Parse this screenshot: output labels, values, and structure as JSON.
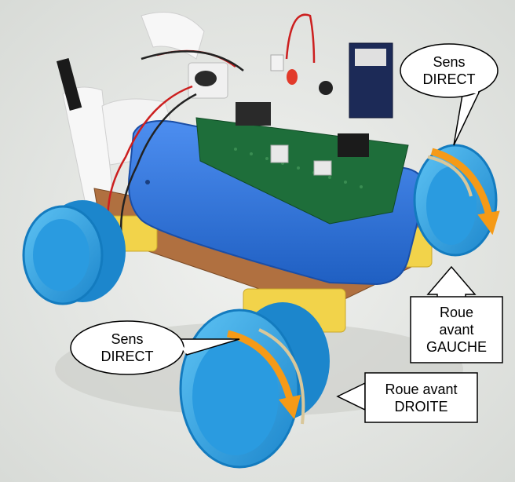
{
  "callouts": {
    "front_top": {
      "line1": "Sens",
      "line2": "DIRECT"
    },
    "front_bottom": {
      "line1": "Sens",
      "line2": "DIRECT"
    },
    "left_wheel": {
      "line1": "Roue",
      "line2": "avant",
      "line3": "GAUCHE"
    },
    "right_wheel": {
      "line1": "Roue avant",
      "line2": "DROITE"
    }
  },
  "colors": {
    "background": "#e9ebe8",
    "chassis_blue": "#2f74d8",
    "wheel_blue": "#35a7e6",
    "board_green": "#1e6e3a",
    "motor_yellow": "#f2d34a",
    "arrow_orange": "#f59a17",
    "wood": "#b07040"
  }
}
